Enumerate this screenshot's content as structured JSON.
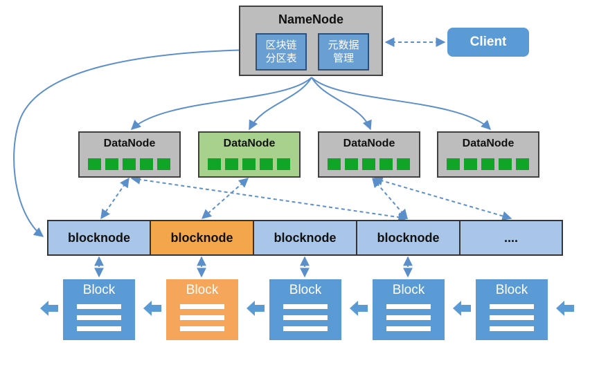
{
  "namenode": {
    "title": "NameNode",
    "box1": {
      "line1": "区块链",
      "line2": "分区表"
    },
    "box2": {
      "line1": "元数据",
      "line2": "管理"
    }
  },
  "client": {
    "label": "Client"
  },
  "datanodes": [
    {
      "label": "DataNode",
      "highlight": false
    },
    {
      "label": "DataNode",
      "highlight": true
    },
    {
      "label": "DataNode",
      "highlight": false
    },
    {
      "label": "DataNode",
      "highlight": false
    }
  ],
  "blocknodes": [
    {
      "label": "blocknode",
      "highlight": false
    },
    {
      "label": "blocknode",
      "highlight": true
    },
    {
      "label": "blocknode",
      "highlight": false
    },
    {
      "label": "blocknode",
      "highlight": false
    },
    {
      "label": "....",
      "highlight": false
    }
  ],
  "blocks": [
    {
      "label": "Block",
      "highlight": false
    },
    {
      "label": "Block",
      "highlight": true
    },
    {
      "label": "Block",
      "highlight": false
    },
    {
      "label": "Block",
      "highlight": false
    },
    {
      "label": "Block",
      "highlight": false
    }
  ],
  "colors": {
    "node_gray": "#bdbdbd",
    "highlight_green": "#a9d18e",
    "highlight_orange": "#f4a64b",
    "blue": "#5b9bd5",
    "light_blue": "#a9c6e8",
    "storage_green": "#11a528",
    "connector_blue": "#5b8fc9"
  }
}
